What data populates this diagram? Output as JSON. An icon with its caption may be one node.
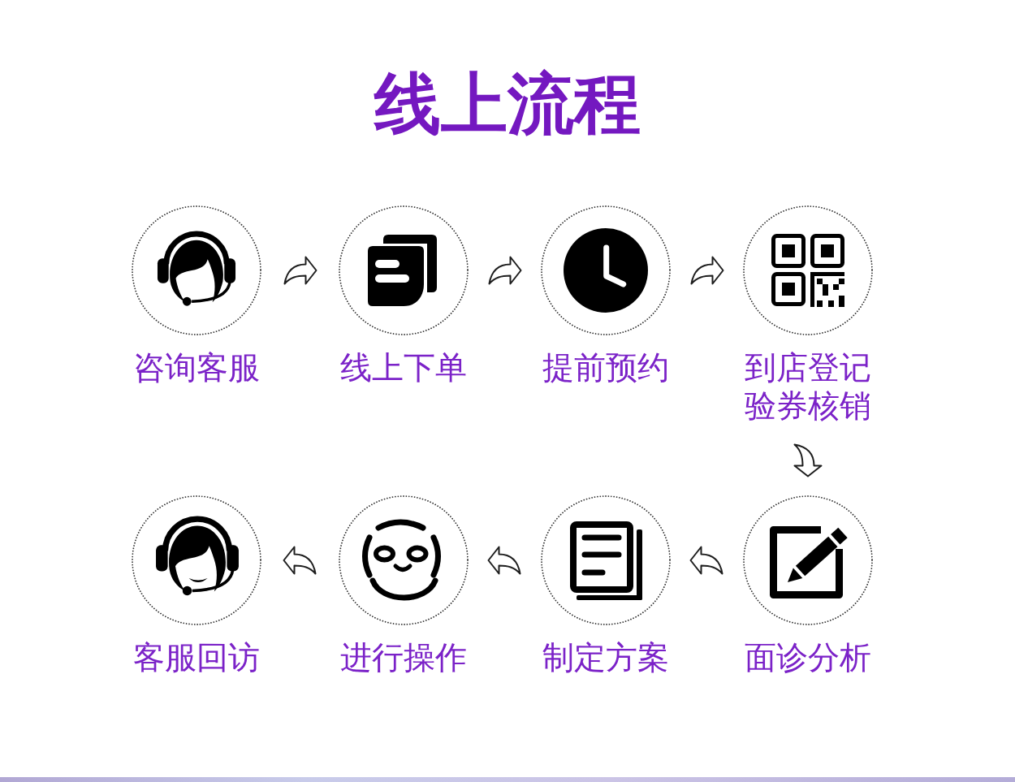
{
  "diagram": {
    "title": "线上流程",
    "nodes": [
      {
        "text": [
          "咨询客服"
        ]
      },
      {
        "text": [
          "线上下单"
        ]
      },
      {
        "text": [
          "提前预约"
        ]
      },
      {
        "text": [
          "到店登记验券核销"
        ]
      },
      {
        "text": [
          "客服回访"
        ]
      },
      {
        "text": [
          "进行操作"
        ]
      },
      {
        "text": [
          "制定方案"
        ]
      },
      {
        "text": [
          "面诊分析"
        ]
      }
    ],
    "edges": [
      {
        "from": 0,
        "to": 1,
        "arrow": "to"
      },
      {
        "from": 1,
        "to": 2,
        "arrow": "to"
      },
      {
        "from": 2,
        "to": 3,
        "arrow": "to"
      },
      {
        "from": 3,
        "to": 7,
        "arrow": "to"
      },
      {
        "from": 7,
        "to": 6,
        "arrow": "to"
      },
      {
        "from": 6,
        "to": 5,
        "arrow": "to"
      },
      {
        "from": 5,
        "to": 4,
        "arrow": "to"
      }
    ]
  }
}
